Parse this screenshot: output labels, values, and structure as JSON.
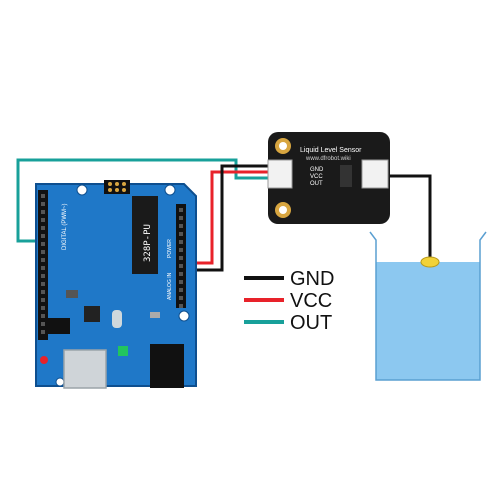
{
  "colors": {
    "gnd": "#111111",
    "vcc": "#e8222a",
    "out": "#18a09a",
    "board": "#1f78c8",
    "board_dark": "#0e4f8f",
    "sensor": "#1a1a1a",
    "water": "#8cc8f0",
    "gold": "#d8a640"
  },
  "arduino": {
    "chip_label": "328P-PU",
    "digital_label": "DIGITAL (PWM~)",
    "power_label": "POWER",
    "analog_label": "ANALOG IN"
  },
  "sensor": {
    "title": "Liquid Level Sensor",
    "url": "www.dfrobot.wiki",
    "pin_gnd": "GND",
    "pin_vcc": "VCC",
    "pin_out": "OUT"
  },
  "legend": [
    {
      "label": "GND",
      "color": "#111111"
    },
    {
      "label": "VCC",
      "color": "#e8222a"
    },
    {
      "label": "OUT",
      "color": "#18a09a"
    }
  ]
}
